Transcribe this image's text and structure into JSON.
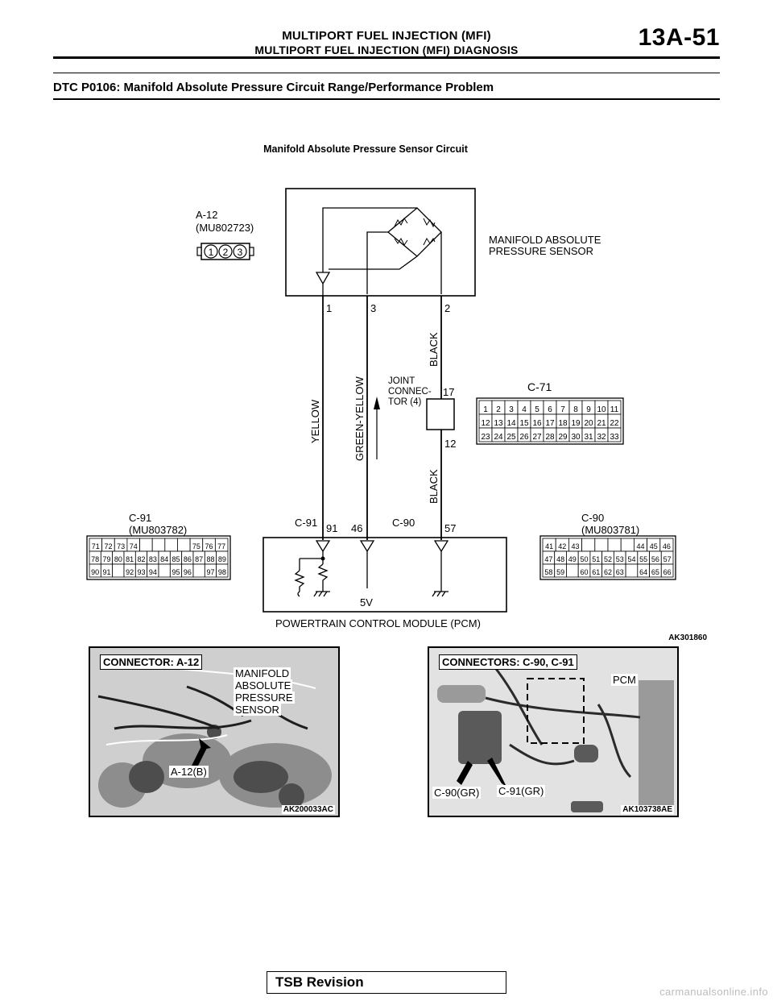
{
  "header": {
    "title": "MULTIPORT FUEL INJECTION (MFI)",
    "subtitle": "MULTIPORT FUEL INJECTION (MFI) DIAGNOSIS",
    "page_number": "13A-51"
  },
  "dtc_heading": "DTC P0106: Manifold Absolute Pressure Circuit Range/Performance Problem",
  "diagram": {
    "title": "Manifold Absolute Pressure Sensor Circuit",
    "sensor_connector": {
      "id": "A-12",
      "part": "(MU802723)",
      "pins": [
        "1",
        "2",
        "3"
      ]
    },
    "sensor_label_1": "MANIFOLD ABSOLUTE",
    "sensor_label_2": "PRESSURE SENSOR",
    "sensor_pins": [
      "1",
      "3",
      "2"
    ],
    "wires": {
      "yellow": "YELLOW",
      "green_yellow": "GREEN-YELLOW",
      "black_upper": "BLACK",
      "black_lower": "BLACK"
    },
    "joint_connector": {
      "line1": "JOINT",
      "line2": "CONNEC-",
      "line3": "TOR (4)",
      "pin_top": "17",
      "pin_bottom": "12"
    },
    "c71": {
      "id": "C-71",
      "rows": [
        [
          "1",
          "2",
          "3",
          "4",
          "5",
          "6",
          "7",
          "8",
          "9",
          "10",
          "11"
        ],
        [
          "12",
          "13",
          "14",
          "15",
          "16",
          "17",
          "18",
          "19",
          "20",
          "21",
          "22"
        ],
        [
          "23",
          "24",
          "25",
          "26",
          "27",
          "28",
          "29",
          "30",
          "31",
          "32",
          "33"
        ]
      ]
    },
    "c91": {
      "id": "C-91",
      "part": "(MU803782)",
      "rows": [
        [
          "71",
          "72",
          "73",
          "74",
          "",
          "",
          "",
          "",
          "75",
          "76",
          "77"
        ],
        [
          "78",
          "79",
          "80",
          "81",
          "82",
          "83",
          "84",
          "85",
          "86",
          "87",
          "88",
          "89"
        ],
        [
          "90",
          "91",
          "",
          "92",
          "93",
          "94",
          "",
          "95",
          "96",
          "",
          "97",
          "98"
        ]
      ]
    },
    "c90": {
      "id": "C-90",
      "part": "(MU803781)",
      "rows": [
        [
          "41",
          "42",
          "43",
          "",
          "",
          "",
          "",
          "44",
          "45",
          "46"
        ],
        [
          "47",
          "48",
          "49",
          "50",
          "51",
          "52",
          "53",
          "54",
          "55",
          "56",
          "57"
        ],
        [
          "58",
          "59",
          "",
          "60",
          "61",
          "62",
          "63",
          "",
          "64",
          "65",
          "66"
        ]
      ]
    },
    "pcm_connector_left": "C-91",
    "pcm_connector_right": "C-90",
    "pcm_pins": [
      "91",
      "46",
      "57"
    ],
    "voltage": "5V",
    "pcm_label": "POWERTRAIN CONTROL MODULE (PCM)",
    "figure_code": "AK301860"
  },
  "photo_left": {
    "header": "CONNECTOR: A-12",
    "label_1": "MANIFOLD",
    "label_2": "ABSOLUTE",
    "label_3": "PRESSURE",
    "label_4": "SENSOR",
    "pointer": "A-12(B)",
    "code": "AK200033AC"
  },
  "photo_right": {
    "header": "CONNECTORS: C-90, C-91",
    "label_pcm": "PCM",
    "pointer_1": "C-90(GR)",
    "pointer_2": "C-91(GR)",
    "code": "AK103738AE"
  },
  "footer": {
    "tsb": "TSB Revision",
    "watermark": "carmanualsonline.info"
  }
}
